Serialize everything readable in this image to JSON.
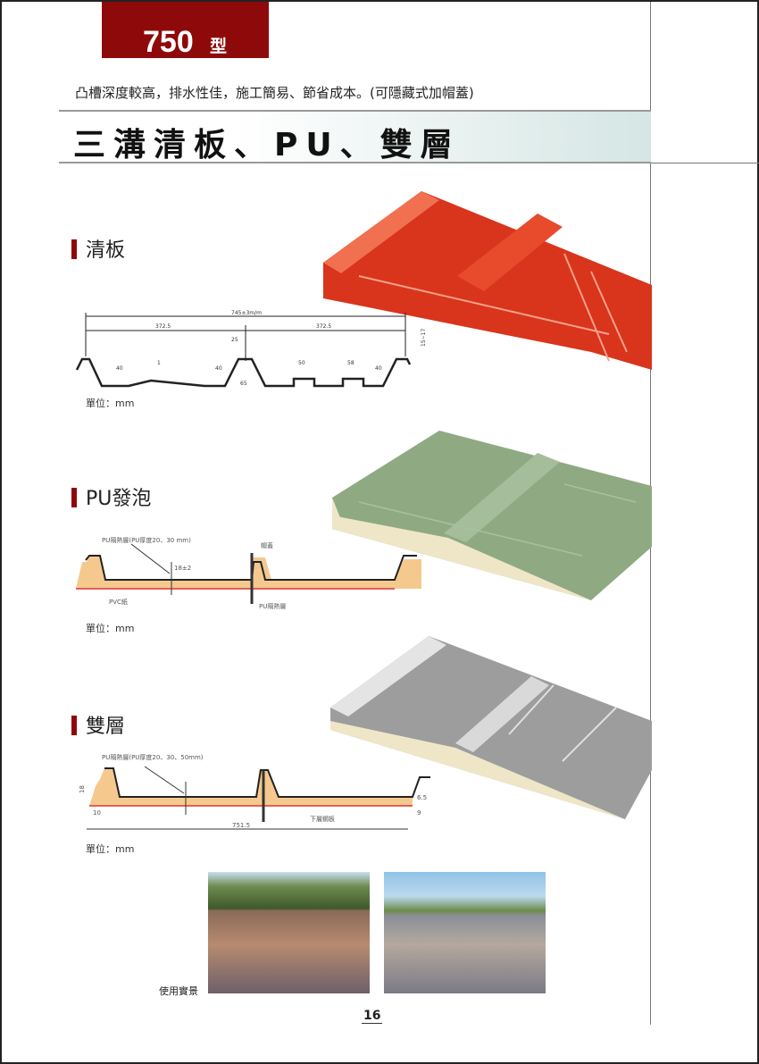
{
  "header": {
    "model_number": "750",
    "model_suffix": "型",
    "subtitle": "凸槽深度較高，排水性佳，施工簡易、節省成本。(可隱藏式加帽蓋)",
    "title": "三溝清板、PU、雙層"
  },
  "sections": [
    {
      "title": "清板",
      "unit": "單位：mm",
      "dims": {
        "total": "745±3m/m",
        "half_left": "372.5",
        "half_right": "372.5",
        "rib_top": "25",
        "height_left": "40",
        "height_mid": "40",
        "height_right": "40",
        "groove": "1",
        "rib_base": "65",
        "flat1": "50",
        "flat2": "58",
        "edge": "15~17"
      }
    },
    {
      "title": "PU發泡",
      "unit": "單位：mm",
      "labels": {
        "pu_layer": "PU隔熱層(PU厚度20、30 mm)",
        "cap": "帽蓋",
        "thickness": "18±2",
        "pvc": "PVC紙",
        "pu_bottom": "PU隔熱層"
      }
    },
    {
      "title": "雙層",
      "unit": "單位：mm",
      "labels": {
        "pu_layer": "PU隔熱層(PU厚度20、30、50mm)",
        "height": "18",
        "left_edge": "10",
        "width": "751.5",
        "bottom_plate": "下層鋼板",
        "right_edge_top": "6.5",
        "right_edge_bottom": "9"
      }
    }
  ],
  "photos_caption": "使用實景",
  "page_number": "16",
  "colors": {
    "accent": "#8e0a0a",
    "red_panel": "#d8351c",
    "green_panel": "#8faa83",
    "gray_panel": "#9d9d9d",
    "foam": "#f5c98e"
  }
}
